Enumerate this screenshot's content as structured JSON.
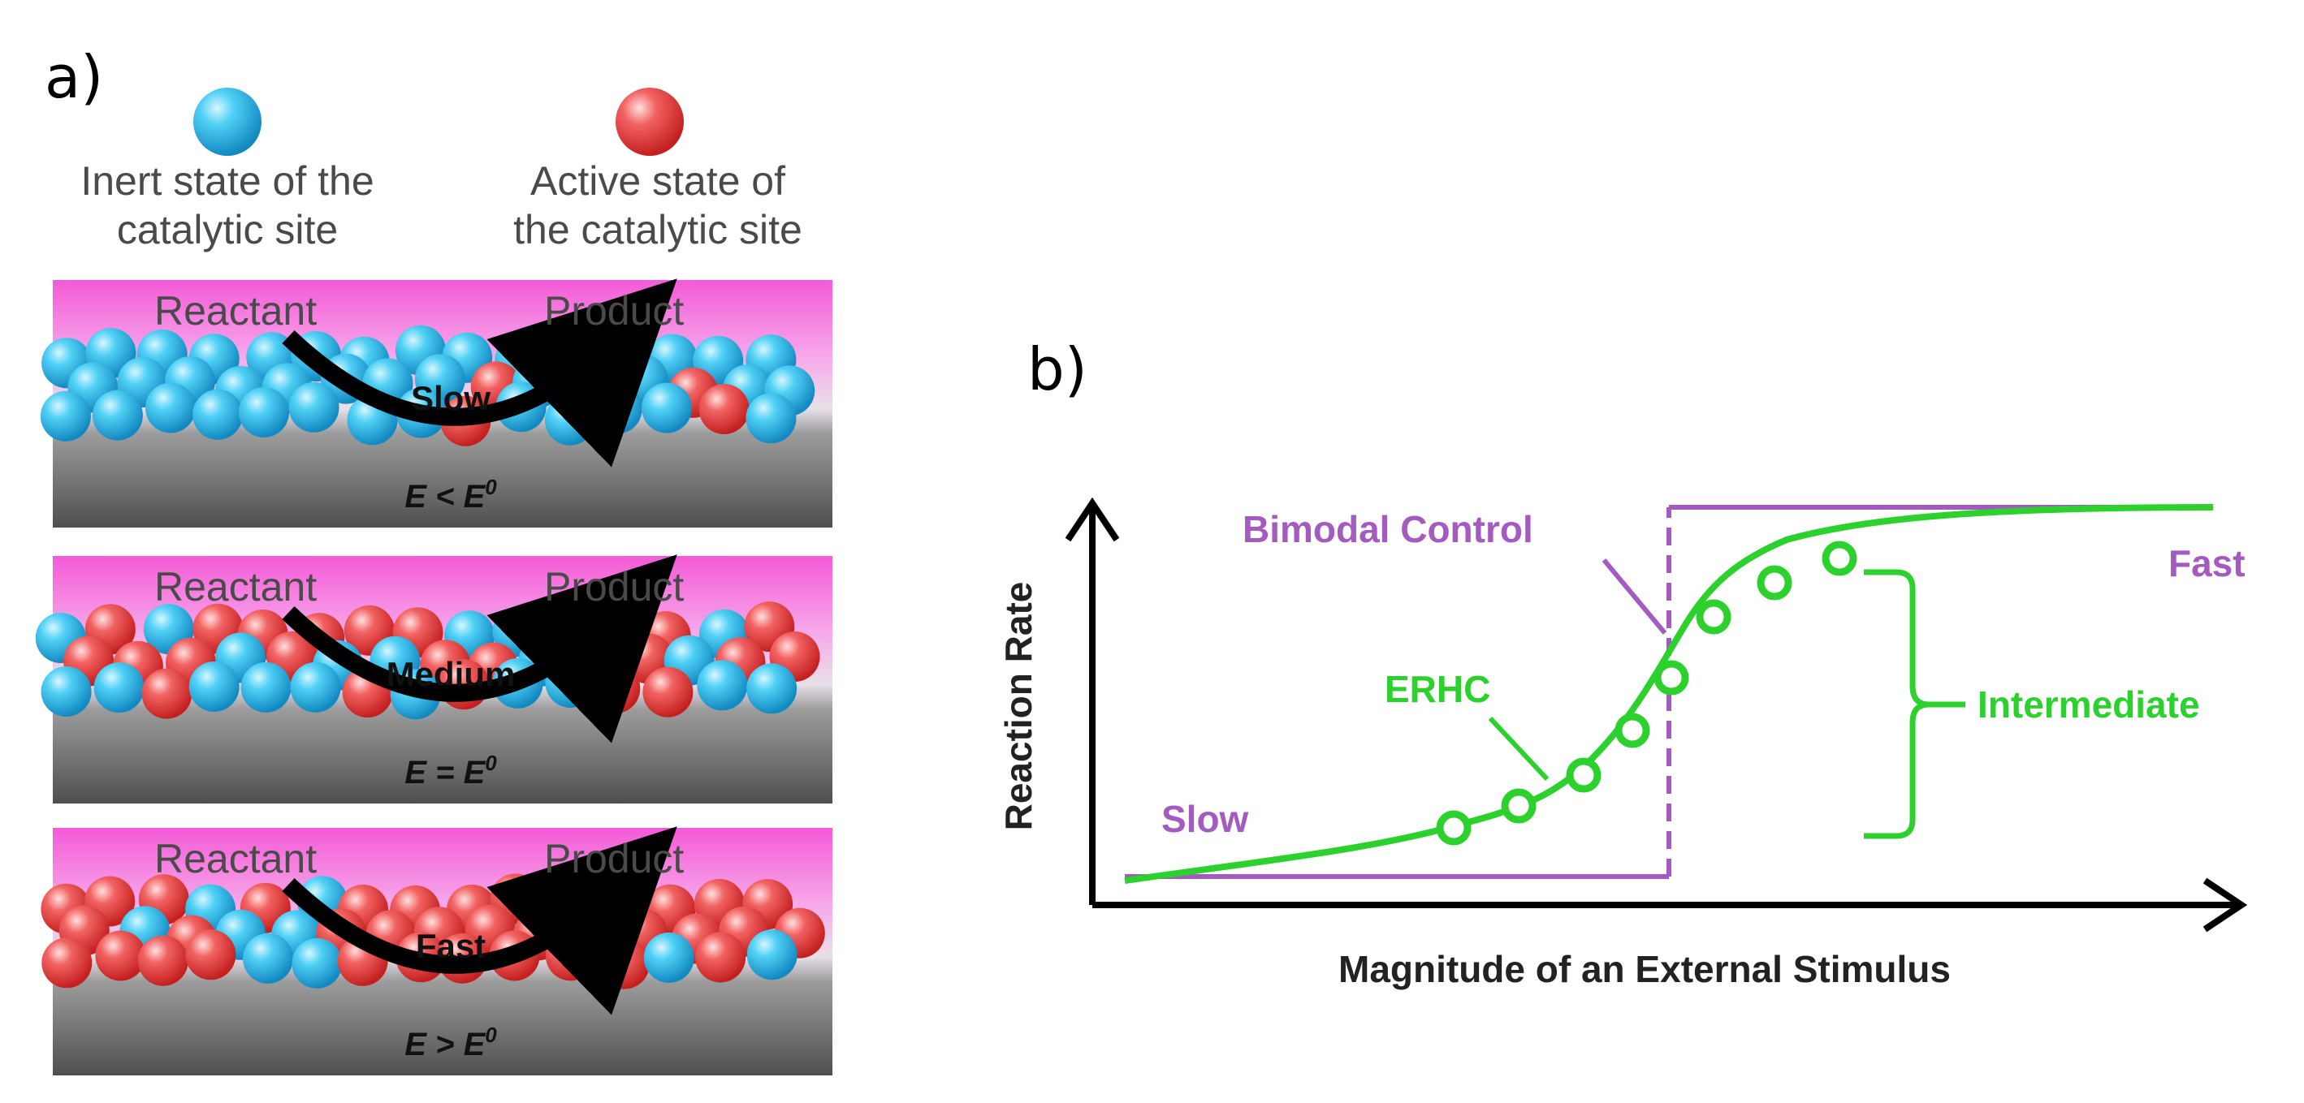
{
  "panel_a": {
    "label": "a)",
    "legend": {
      "inert_line1": "Inert state of the",
      "inert_line2": "catalytic site",
      "active_line1": "Active state of",
      "active_line2": "the catalytic site"
    },
    "rows": [
      {
        "reactant": "Reactant",
        "product": "Product",
        "speed": "Slow",
        "cond_E": "E",
        "cond_op": " < ",
        "cond_E0": "E",
        "cond_sup": "0"
      },
      {
        "reactant": "Reactant",
        "product": "Product",
        "speed": "Medium",
        "cond_E": "E",
        "cond_op": " = ",
        "cond_E0": "E",
        "cond_sup": "0"
      },
      {
        "reactant": "Reactant",
        "product": "Product",
        "speed": "Fast",
        "cond_E": "E",
        "cond_op": " > ",
        "cond_E0": "E",
        "cond_sup": "0"
      }
    ],
    "colors": {
      "inert": "#2bb5e6",
      "active": "#ee4e4e",
      "top": "#f25fd6",
      "bottom": "#565656"
    }
  },
  "panel_b": {
    "label": "b)",
    "xlabel": "Magnitude of an External Stimulus",
    "ylabel": "Reaction Rate",
    "bimodal_label": "Bimodal Control",
    "erhc_label": "ERHC",
    "slow_label": "Slow",
    "fast_label": "Fast",
    "intermediate_label": "Intermediate",
    "colors": {
      "purple": "#a35bc0",
      "green": "#2dd12d"
    }
  }
}
